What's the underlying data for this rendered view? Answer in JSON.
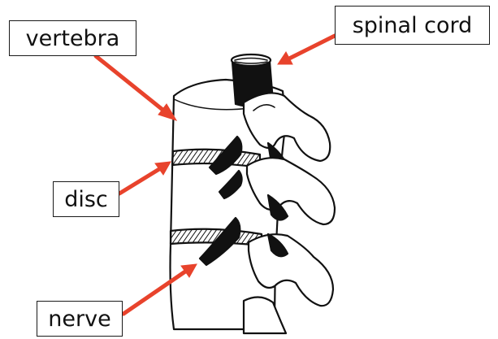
{
  "labels": {
    "vertebra": "vertebra",
    "spinal_cord": "spinal cord",
    "disc": "disc",
    "nerve": "nerve"
  },
  "colors": {
    "arrow": "#e8432c",
    "ink": "#111111",
    "background": "#ffffff"
  }
}
